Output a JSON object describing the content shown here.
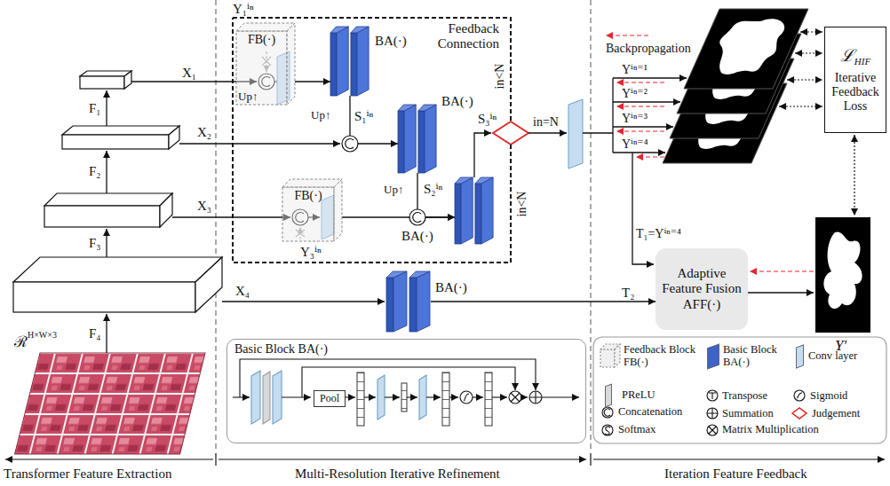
{
  "diagram": {
    "nodes": [
      {
        "text": [
          "Feedback Connection"
        ]
      },
      {
        "text": [
          "FB(·)"
        ],
        "in": 0
      },
      {
        "text": [
          "BA(·)"
        ],
        "in": 0
      },
      {
        "text": [
          "BA(·)"
        ],
        "in": 0
      },
      {
        "text": [
          "FB(·)"
        ],
        "in": 0
      },
      {
        "text": [
          "BA(·)"
        ],
        "in": 0
      },
      {
        "text": [
          "BA(·)"
        ]
      },
      {
        "text": [
          "ℒ",
          "HIF",
          "Iterative Feedback Loss"
        ]
      },
      {
        "text": [
          "Adaptive Feature Fusion AFF(·)"
        ]
      },
      {
        "text": [
          "Basic Block BA(·)"
        ]
      },
      {
        "text": [
          "Pool"
        ],
        "in": 9
      }
    ],
    "edges": [
      {
        "from": 1,
        "to": 2,
        "arrow": "to"
      },
      {
        "from": 2,
        "to": 3,
        "label": "S₁ⁱⁿ",
        "arrow": "to"
      },
      {
        "from": 3,
        "to": 5,
        "label": "S₂ⁱⁿ",
        "arrow": "to"
      },
      {
        "from": 4,
        "to": 5,
        "arrow": "to"
      },
      {
        "from": 6,
        "to": 8,
        "label": "T₂",
        "arrow": "to"
      }
    ],
    "labels": [
      "F₁",
      "F₂",
      "F₃",
      "F₄",
      "ℛ",
      "H×W×3",
      "X₁",
      "X₂",
      "X₃",
      "X₄",
      "Y₁ⁱⁿ",
      "Up↑",
      "Up↑",
      "Up↑",
      "Y₃ⁱⁿ",
      "S₃ⁱⁿ",
      "in<N",
      "in<N",
      "in=N",
      "Backpropagation",
      "Yⁱⁿ⁼¹",
      "Yⁱⁿ⁼²",
      "Yⁱⁿ⁼³",
      "Yⁱⁿ⁼⁴",
      "T₁=Yⁱⁿ⁼⁴",
      "Y′",
      "Transformer Feature Extraction",
      "Multi-Resolution Iterative Refinement",
      "Iteration Feature Feedback"
    ],
    "legend": [
      {
        "text": "Feedback Block FB(·)"
      },
      {
        "text": "Basic Block BA(·)",
        "color": "#3d62c9"
      },
      {
        "text": "Conv layer",
        "color": "#c6ddf0"
      },
      {
        "text": "PReLU",
        "color": "#d9d9d9"
      },
      {
        "text": "Transpose"
      },
      {
        "text": "Sigmoid"
      },
      {
        "text": "Concatenation"
      },
      {
        "text": "Summation"
      },
      {
        "text": "Judgement"
      },
      {
        "text": "Softmax"
      },
      {
        "text": "Matrix Multiplication"
      }
    ]
  }
}
